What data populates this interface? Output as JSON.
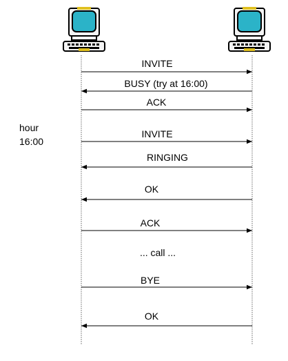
{
  "messages": [
    {
      "label": "INVITE",
      "dir": "right"
    },
    {
      "label": "BUSY (try at 16:00)",
      "dir": "left"
    },
    {
      "label": "ACK",
      "dir": "right"
    },
    {
      "label": "INVITE",
      "dir": "right"
    },
    {
      "label": "RINGING",
      "dir": "left"
    },
    {
      "label": "OK",
      "dir": "left"
    },
    {
      "label": "ACK",
      "dir": "right"
    },
    {
      "label": "... call ...",
      "dir": "none"
    },
    {
      "label": "BYE",
      "dir": "right"
    },
    {
      "label": "OK",
      "dir": "left"
    }
  ],
  "side_note": {
    "line1": "hour",
    "line2": "16:00"
  },
  "colors": {
    "line": "#000000",
    "lifeline": "#555555",
    "screen": "#2bb3c8",
    "body": "#f2f2f2",
    "accent": "#e0c020"
  },
  "icons": {
    "left": "computer-icon",
    "right": "computer-icon"
  }
}
